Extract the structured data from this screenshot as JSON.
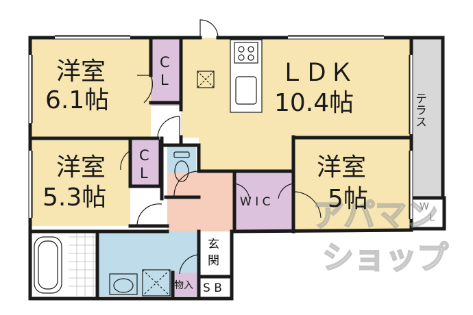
{
  "rooms": {
    "western_room_1": {
      "name": "洋室",
      "size": "6.1帖"
    },
    "western_room_2": {
      "name": "洋室",
      "size": "5.3帖"
    },
    "western_room_3": {
      "name": "洋室",
      "size": "5帖"
    },
    "ldk": {
      "name": "ＬＤＫ",
      "size": "10.4帖"
    },
    "closet_1": {
      "c": "C",
      "l": "L"
    },
    "closet_2": {
      "c": "C",
      "l": "L"
    },
    "wic": "W I C",
    "genkan": {
      "top": "玄",
      "bottom": "関"
    },
    "storage": "物入",
    "shoebox": "S B",
    "terrace": "テラス",
    "washer": {
      "w": "W",
      "l": "L"
    }
  },
  "watermark": {
    "line1": "アパマン",
    "line2": "ショップ"
  },
  "colors": {
    "room": "#f7e6b2",
    "closet": "#dcc2dc",
    "wet": "#bfdcea",
    "entry": "#f7cdbc",
    "terrace": "#d8d8d8",
    "wall": "#1a1a1a"
  }
}
